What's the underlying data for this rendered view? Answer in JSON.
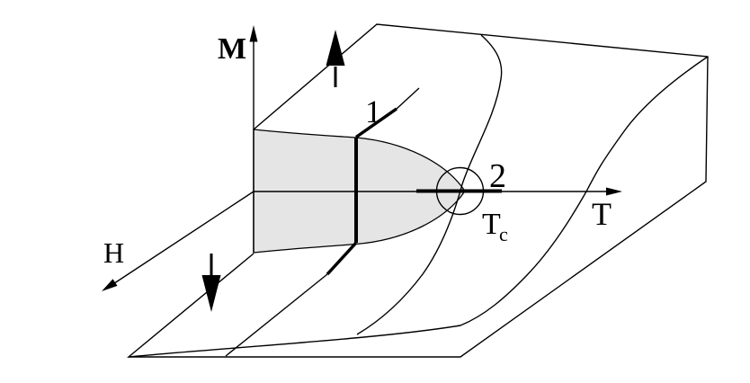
{
  "labels": {
    "m_axis": "M",
    "t_axis": "T",
    "h_axis": "H",
    "critical_temp_main": "T",
    "critical_temp_sub": "c",
    "path_one": "1",
    "path_two": "2"
  },
  "colors": {
    "ink": "#000000",
    "background": "#ffffff",
    "coexistence_fill": "#e5e5e5"
  }
}
